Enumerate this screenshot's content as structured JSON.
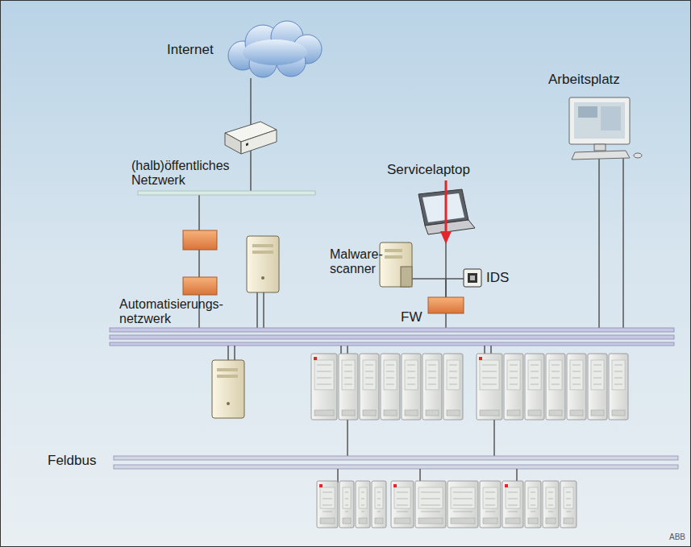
{
  "diagram": {
    "nodes": [
      {
        "text": [
          "Internet"
        ]
      },
      {
        "text": [
          "(halb)öffentliches Netzwerk"
        ]
      },
      {
        "text": [
          "Servicelaptop"
        ]
      },
      {
        "text": [
          "Malware- scanner"
        ]
      },
      {
        "text": [
          "IDS"
        ]
      },
      {
        "text": [
          "FW"
        ]
      },
      {
        "text": [
          "Arbeitsplatz"
        ]
      },
      {
        "text": [
          "Automatisierungs- netzwerk"
        ]
      },
      {
        "text": [
          "Feldbus"
        ]
      }
    ],
    "edges": [
      {
        "from": 0,
        "to": 1,
        "arrow": "none"
      },
      {
        "from": 1,
        "to": 7,
        "arrow": "none"
      },
      {
        "from": 2,
        "to": 5,
        "arrow": "none"
      },
      {
        "from": 3,
        "to": 5,
        "arrow": "none"
      },
      {
        "from": 4,
        "to": 5,
        "arrow": "none"
      },
      {
        "from": 5,
        "to": 7,
        "arrow": "none"
      },
      {
        "from": 6,
        "to": 7,
        "arrow": "none"
      },
      {
        "from": 7,
        "to": 8,
        "arrow": "none"
      }
    ],
    "labels": [
      "ABB"
    ]
  }
}
